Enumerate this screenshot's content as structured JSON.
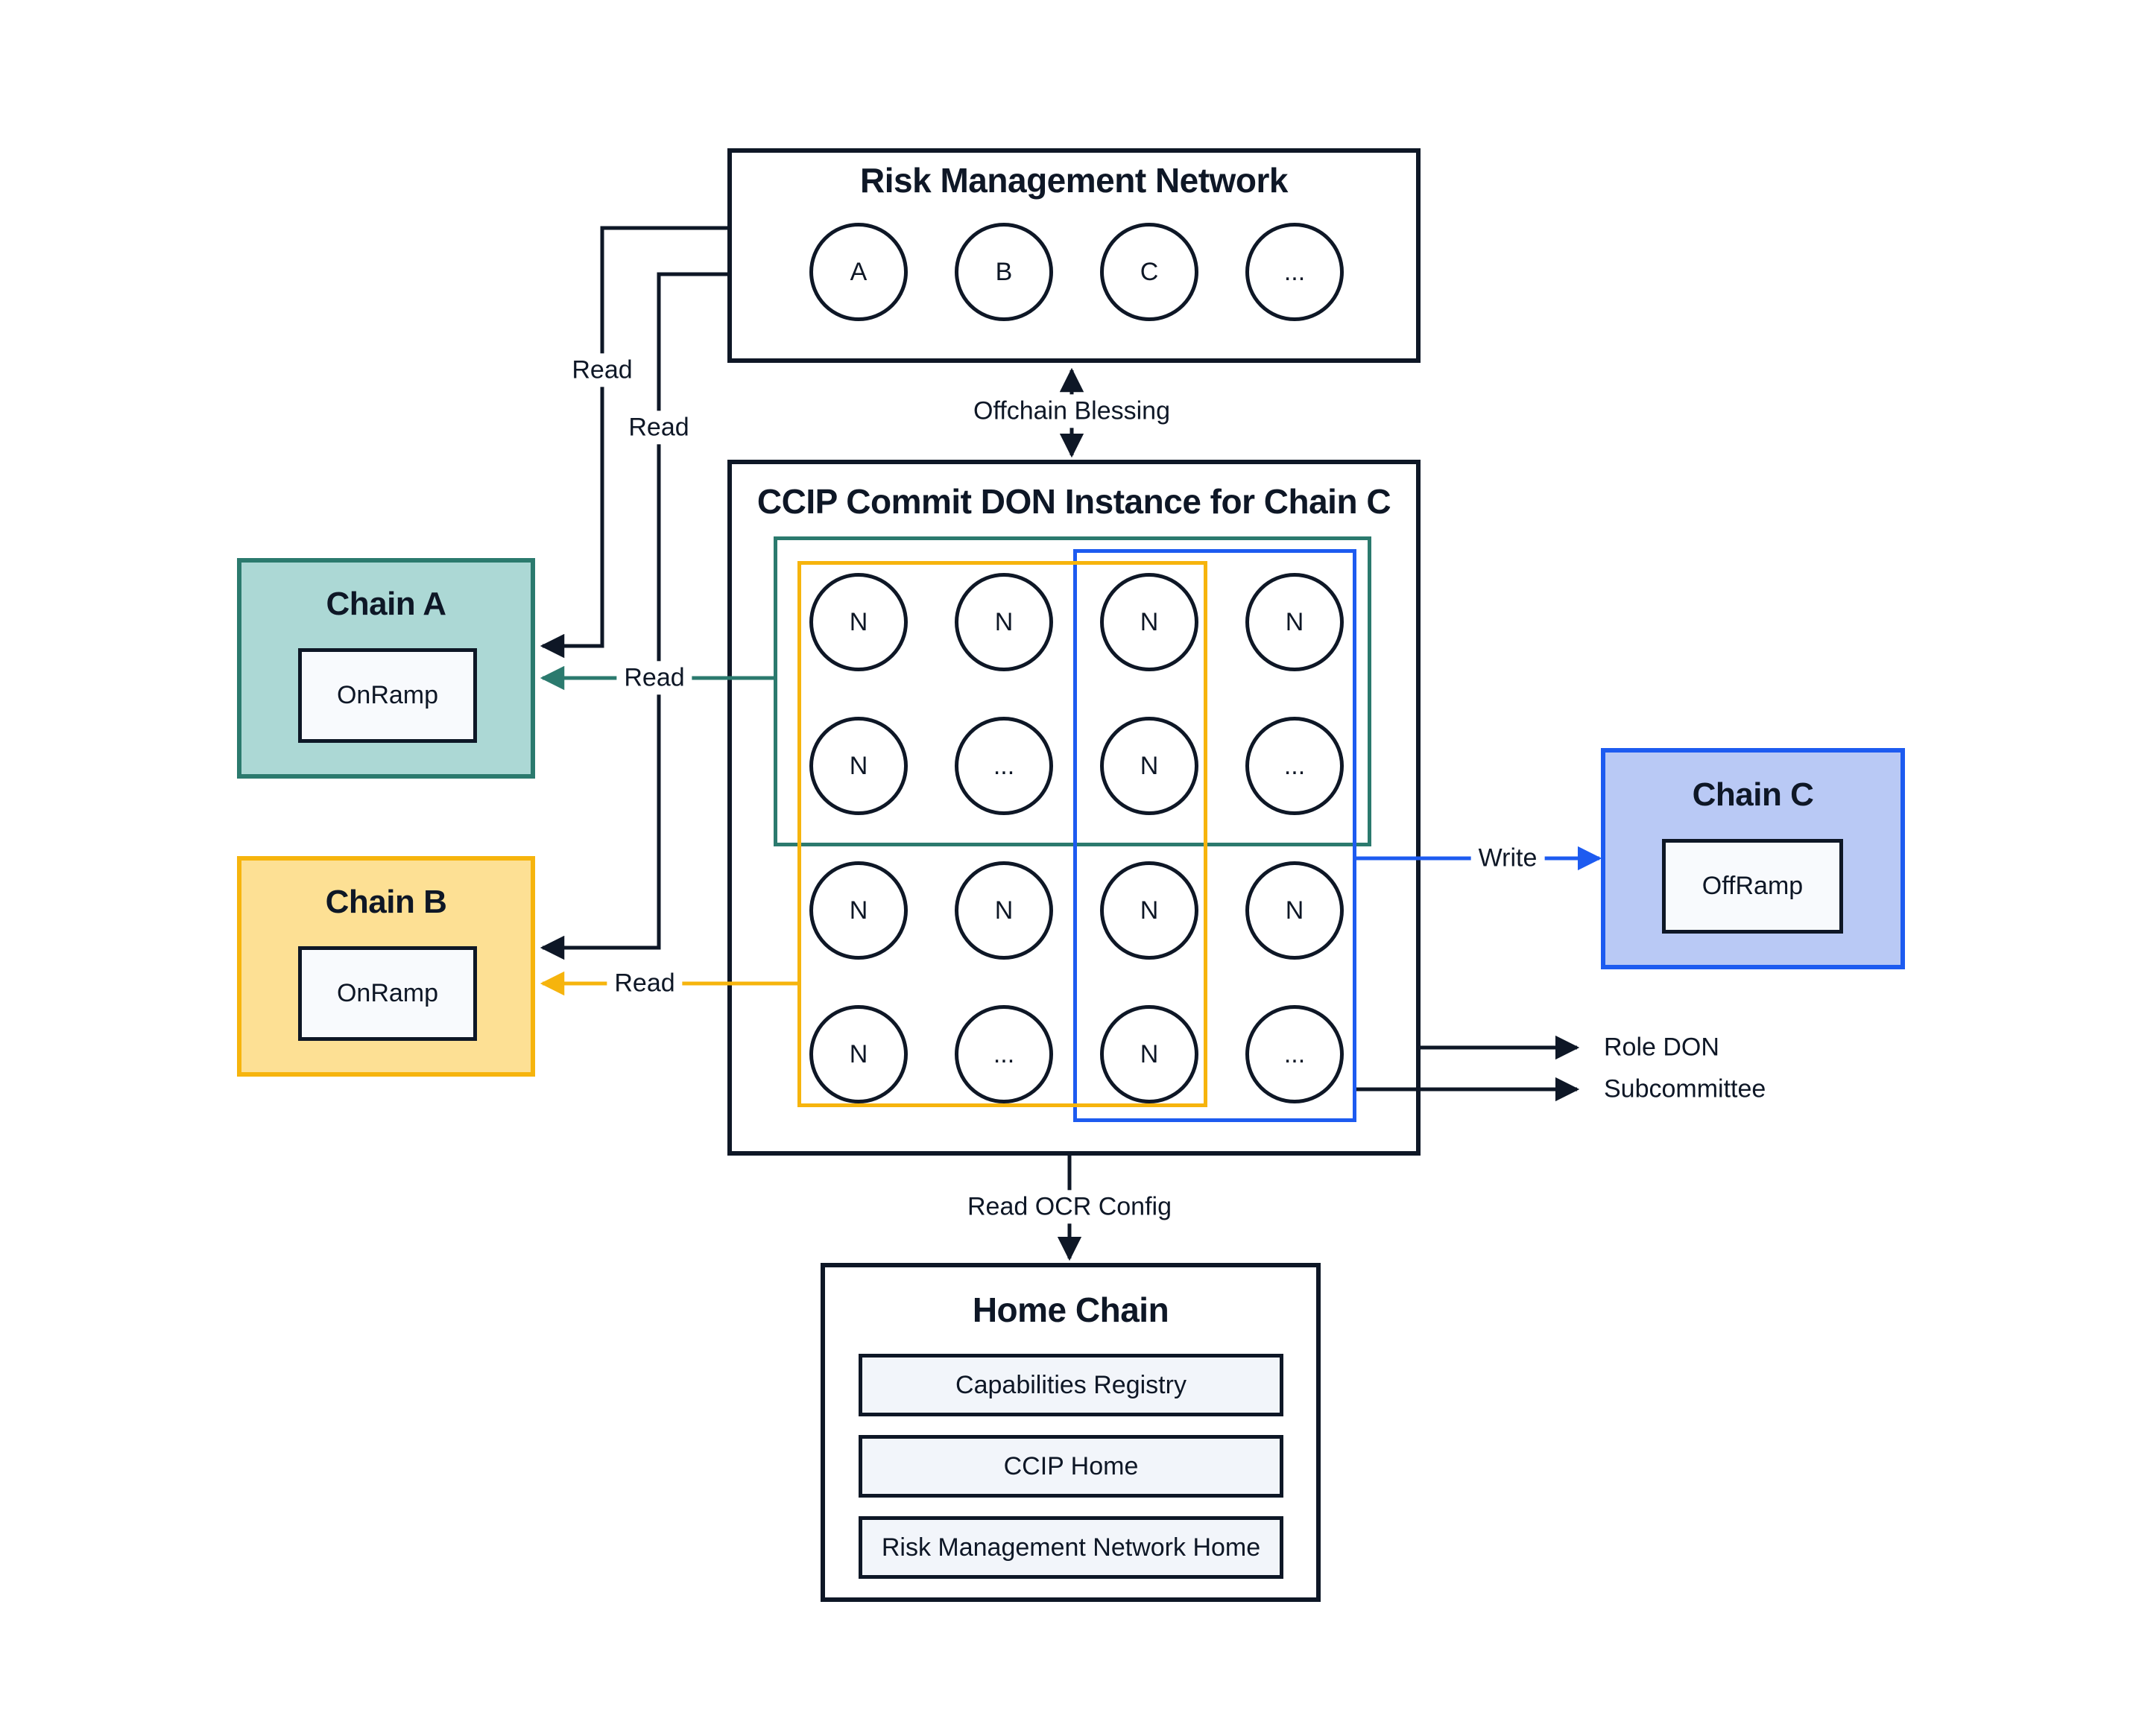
{
  "rmn": {
    "title": "Risk Management Network",
    "nodes": [
      "A",
      "B",
      "C",
      "..."
    ]
  },
  "ccip": {
    "title": "CCIP Commit DON Instance for Chain C",
    "grid": [
      [
        "N",
        "N",
        "N",
        "N"
      ],
      [
        "N",
        "...",
        "N",
        "..."
      ],
      [
        "N",
        "N",
        "N",
        "N"
      ],
      [
        "N",
        "...",
        "N",
        "..."
      ]
    ]
  },
  "chain_a": {
    "title": "Chain A",
    "contract": "OnRamp"
  },
  "chain_b": {
    "title": "Chain B",
    "contract": "OnRamp"
  },
  "chain_c": {
    "title": "Chain C",
    "contract": "OffRamp"
  },
  "home_chain": {
    "title": "Home Chain",
    "contracts": [
      "Capabilities Registry",
      "CCIP Home",
      "Risk Management Network Home"
    ]
  },
  "edges": {
    "offchain_blessing": "Offchain Blessing",
    "rmn_read_a": "Read",
    "rmn_read_b": "Read",
    "don_read_a": "Read",
    "don_read_b": "Read",
    "don_write_c": "Write",
    "role_don": "Role DON",
    "subcommittee": "Subcommittee",
    "read_ocr_config": "Read OCR Config"
  },
  "colors": {
    "ink": "#0E1726",
    "teal": "#2B7A6E",
    "teal_fill": "#ACD8D5",
    "yellow": "#F6B40D",
    "yellow_fill": "#FDE094",
    "blue": "#1D5BF0",
    "blue_fill": "#B9C9F5",
    "contract_fill": "#F8FAFD"
  }
}
